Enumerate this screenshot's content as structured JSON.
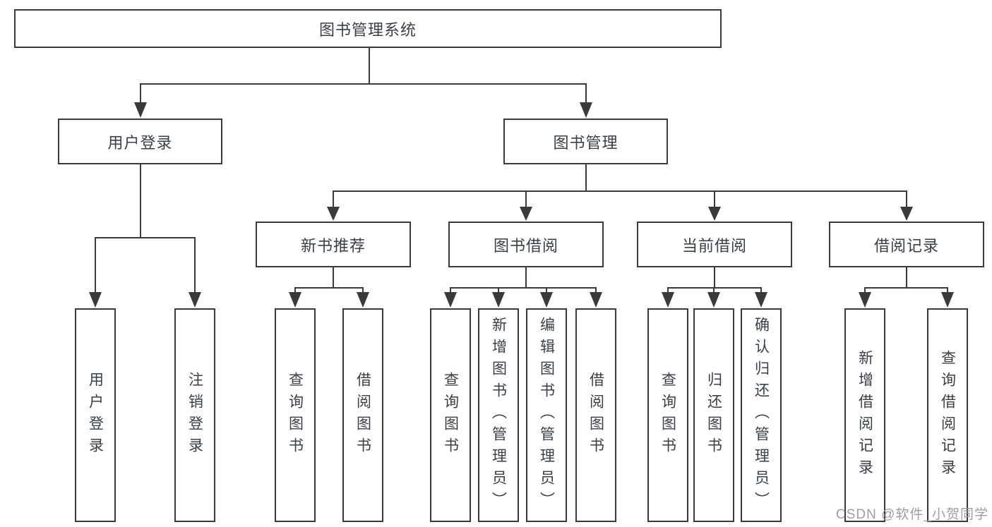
{
  "diagram": {
    "root": {
      "label": "图书管理系统"
    },
    "level2": {
      "user_login": {
        "label": "用户登录"
      },
      "book_mgmt": {
        "label": "图书管理"
      }
    },
    "level3": {
      "new_book_rec": {
        "label": "新书推荐"
      },
      "book_borrow": {
        "label": "图书借阅"
      },
      "current_borrow": {
        "label": "当前借阅"
      },
      "borrow_record": {
        "label": "借阅记录"
      }
    },
    "leaves": {
      "user_login_leaf": {
        "label": "用户登录"
      },
      "logout_leaf": {
        "label": "注销登录"
      },
      "rec_query_book": {
        "label": "查询图书"
      },
      "rec_borrow_book": {
        "label": "借阅图书"
      },
      "bb_query_book": {
        "label": "查询图书"
      },
      "bb_add_book": {
        "label": "新增图书（管理员）"
      },
      "bb_edit_book": {
        "label": "编辑图书（管理员）"
      },
      "bb_borrow_book": {
        "label": "借阅图书"
      },
      "cb_query_book": {
        "label": "查询图书"
      },
      "cb_return_book": {
        "label": "归还图书"
      },
      "cb_confirm_return": {
        "label": "确认归还（管理员）"
      },
      "br_add_record": {
        "label": "新增借阅记录"
      },
      "br_query_record": {
        "label": "查询借阅记录"
      }
    },
    "watermark": "CSDN @软件_小贺同学",
    "colors": {
      "line": "#3a3a3a",
      "text": "#3a3e45",
      "watermark": "#9e9e9e",
      "background": "#ffffff"
    }
  }
}
